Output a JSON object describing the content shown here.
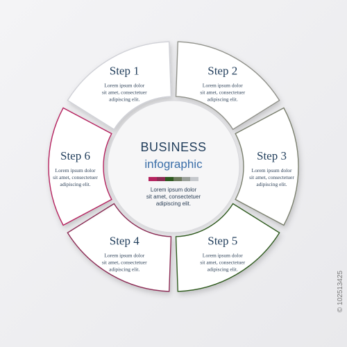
{
  "center": {
    "title": "BUSINESS",
    "subtitle": "infographic",
    "description": [
      "Lorem ipsum dolor",
      "sit amet, consectetuer",
      "adipiscing elit."
    ],
    "swatches": [
      "#b5245f",
      "#8c2c54",
      "#2e5a1f",
      "#6d7a5e",
      "#9aa09a",
      "#c5c8cc"
    ]
  },
  "steps": [
    {
      "label": "Step 1",
      "text": [
        "Lorem ipsum dolor",
        "sit amet, consectetuer",
        "adipiscing elit."
      ],
      "color": "#cfd0d6"
    },
    {
      "label": "Step 2",
      "text": [
        "Lorem ipsum dolor",
        "sit amet, consectetuer",
        "adipiscing elit."
      ],
      "color": "#8f9089"
    },
    {
      "label": "Step 3",
      "text": [
        "Lorem ipsum dolor",
        "sit amet, consectetuer",
        "adipiscing elit."
      ],
      "color": "#7a7f6e"
    },
    {
      "label": "Step 4",
      "text": [
        "Lorem ipsum dolor",
        "sit amet, consectetuer",
        "adipiscing elit."
      ],
      "color": "#8c2c54"
    },
    {
      "label": "Step 5",
      "text": [
        "Lorem ipsum dolor",
        "sit amet, consectetuer",
        "adipiscing elit."
      ],
      "color": "#2e5a1f"
    },
    {
      "label": "Step 6",
      "text": [
        "Lorem ipsum dolor",
        "sit amet, consectetuer",
        "adipiscing elit."
      ],
      "color": "#b5245f"
    }
  ],
  "watermark": "© 102513425"
}
